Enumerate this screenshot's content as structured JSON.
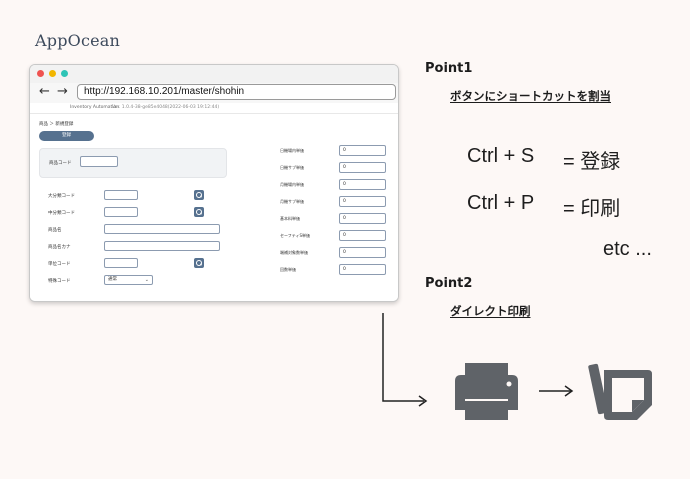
{
  "brand": "AppOcean",
  "browser": {
    "url": "http://192.168.10.201/master/shohin",
    "nav_back": "←",
    "nav_forward": "→"
  },
  "app": {
    "name": "Inventory Automation",
    "version": "Ver. 1.0.4-38-ge85e4048(2022-06-03 19:12:44)",
    "breadcrumb": "商品 ＞ 新規登録",
    "register_button": "登録",
    "product_code_label": "商品コード",
    "left_fields": [
      {
        "label": "大分類コード",
        "value": ""
      },
      {
        "label": "中分類コード",
        "value": ""
      },
      {
        "label": "商品名",
        "value": ""
      },
      {
        "label": "商品名カナ",
        "value": ""
      },
      {
        "label": "単位コード",
        "value": ""
      },
      {
        "label": "特殊コード",
        "value": "通常"
      }
    ],
    "right_fields": [
      {
        "label": "日機場内単価",
        "value": "0"
      },
      {
        "label": "日機サブ単価",
        "value": "0"
      },
      {
        "label": "月機場内単価",
        "value": "0"
      },
      {
        "label": "月機サブ単価",
        "value": "0"
      },
      {
        "label": "基本料単価",
        "value": "0"
      },
      {
        "label": "セーフティS単価",
        "value": "0"
      },
      {
        "label": "端補対象数単価",
        "value": "0"
      },
      {
        "label": "回数単価",
        "value": "0"
      }
    ]
  },
  "point1": {
    "title": "Point1",
    "subtitle": "ボタンにショートカットを割当",
    "shortcuts": [
      {
        "keys": "Ctrl + S",
        "action": "= 登録"
      },
      {
        "keys": "Ctrl + P",
        "action": "= 印刷"
      }
    ],
    "etc": "etc ..."
  },
  "point2": {
    "title": "Point2",
    "subtitle": "ダイレクト印刷"
  },
  "colors": {
    "background": "#fdf8f6",
    "accent": "#56718f",
    "icon": "#5f6368"
  }
}
